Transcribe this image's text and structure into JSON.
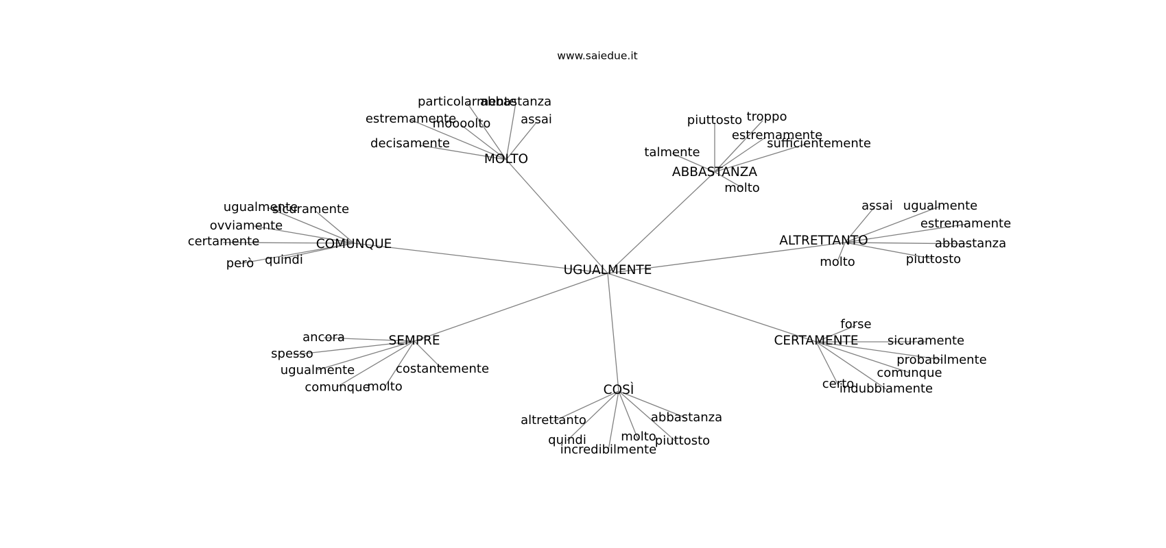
{
  "title": "www.saiedue.it",
  "root": "UGUALMENTE",
  "clusters": [
    {
      "label": "MOLTO",
      "children": [
        "particolarmente",
        "abbastanza",
        "assai",
        "estremamente",
        "moooolto",
        "decisamente"
      ]
    },
    {
      "label": "ABBASTANZA",
      "children": [
        "piuttosto",
        "troppo",
        "estremamente",
        "sufficientemente",
        "talmente",
        "molto"
      ]
    },
    {
      "label": "COMUNQUE",
      "children": [
        "ugualmente",
        "sicuramente",
        "ovviamente",
        "certamente",
        "però",
        "quindi"
      ]
    },
    {
      "label": "ALTRETTANTO",
      "children": [
        "assai",
        "ugualmente",
        "estremamente",
        "abbastanza",
        "piuttosto",
        "molto"
      ]
    },
    {
      "label": "SEMPRE",
      "children": [
        "ancora",
        "spesso",
        "ugualmente",
        "comunque",
        "molto",
        "costantemente"
      ]
    },
    {
      "label": "CERTAMENTE",
      "children": [
        "forse",
        "sicuramente",
        "probabilmente",
        "comunque",
        "indubbiamente",
        "certo"
      ]
    },
    {
      "label": "COSÌ",
      "children": [
        "altrettanto",
        "quindi",
        "incredibilmente",
        "molto",
        "piuttosto",
        "abbastanza"
      ]
    }
  ]
}
